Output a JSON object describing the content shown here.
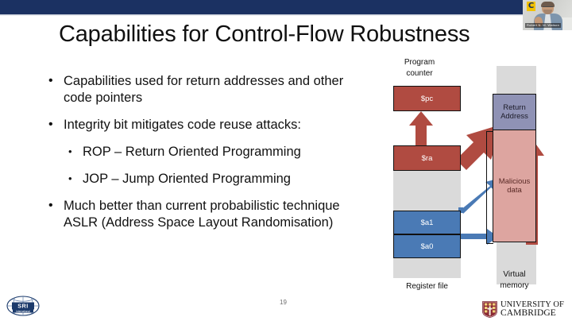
{
  "window": {
    "topbar_color": "#1b3162",
    "badge_label": "C",
    "webcam_name": "Robert N. M. Watson"
  },
  "slide": {
    "title": "Capabilities for Control-Flow Robustness",
    "page_number": "19",
    "bullets": [
      {
        "level": 1,
        "text": "Capabilities used for return addresses and other code pointers"
      },
      {
        "level": 1,
        "text": "Integrity bit mitigates code reuse attacks:"
      },
      {
        "level": 2,
        "text": "ROP – Return Oriented Programming"
      },
      {
        "level": 2,
        "text": "JOP – Jump Oriented Programming"
      },
      {
        "level": 1,
        "text": "Much better than current probabilistic technique ASLR (Address Space Layout Randomisation)"
      }
    ]
  },
  "diagram": {
    "program_counter_label_line1": "Program",
    "program_counter_label_line2": "counter",
    "register_file_label": "Register file",
    "virtual_memory_label_line1": "Virtual",
    "virtual_memory_label_line2": "memory",
    "registers": [
      {
        "name": "$pc",
        "color": "#b04b41"
      },
      {
        "name": "$ra",
        "color": "#b04b41"
      },
      {
        "name": "$a1",
        "color": "#4a7ab5"
      },
      {
        "name": "$a0",
        "color": "#4a7ab5"
      }
    ],
    "memory_blocks": [
      {
        "label_line1": "Return",
        "label_line2": "Address",
        "color": "#8f92b5"
      },
      {
        "label_line1": "Malicious",
        "label_line2": "data",
        "color": "#dda5a0"
      }
    ],
    "arrow_colors": {
      "red": "#b04b41",
      "blue": "#4a7ab5"
    }
  },
  "footer": {
    "sri_logo_text_main": "SRI",
    "sri_logo_text_sub": "International",
    "cambridge_line1": "UNIVERSITY OF",
    "cambridge_line2": "CAMBRIDGE"
  }
}
